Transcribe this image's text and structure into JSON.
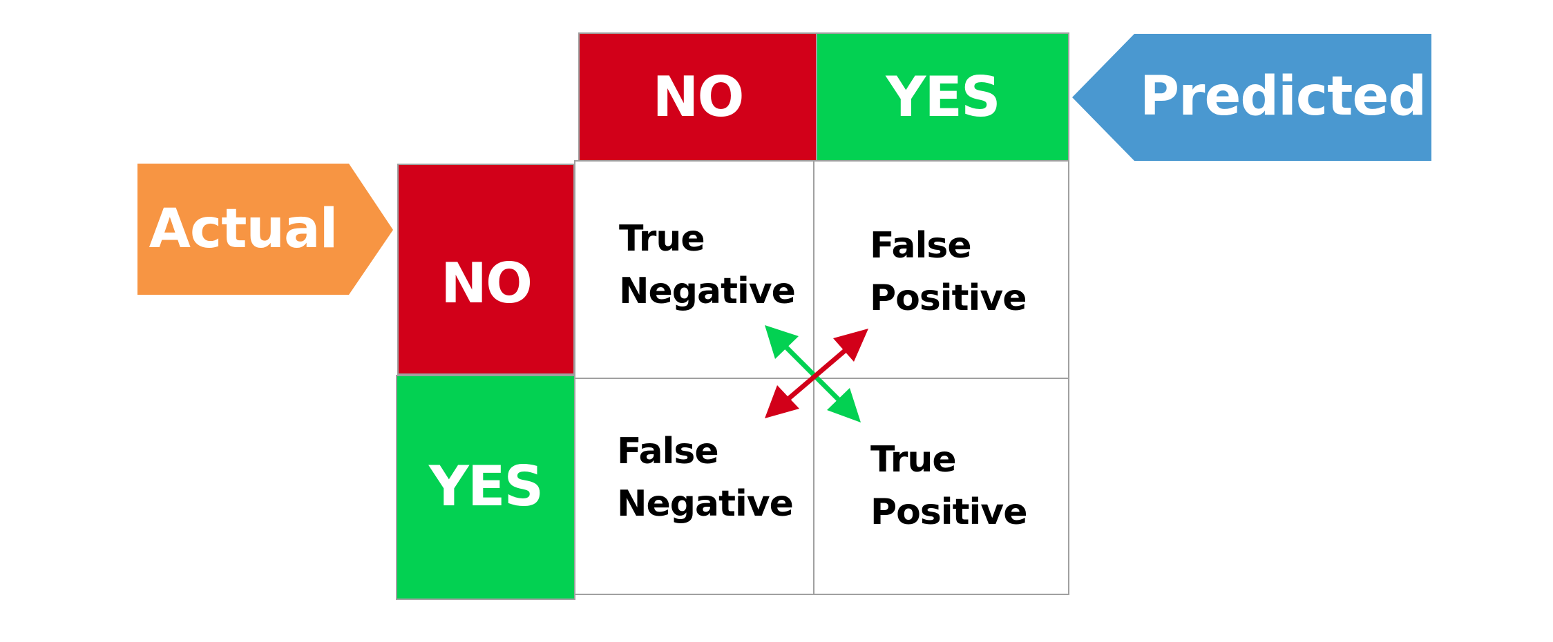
{
  "axes": {
    "predicted_label": "Predicted",
    "actual_label": "Actual"
  },
  "predicted_headers": [
    {
      "label": "NO",
      "color": "#d20019"
    },
    {
      "label": "YES",
      "color": "#03d152"
    }
  ],
  "actual_headers": [
    {
      "label": "NO",
      "color": "#d20019"
    },
    {
      "label": "YES",
      "color": "#03d152"
    }
  ],
  "cells": {
    "tn": "True\nNegative",
    "fp": "False\nPositive",
    "fn": "False\nNegative",
    "tp": "True\nPositive"
  },
  "colors": {
    "predicted_tag": "#4a98d0",
    "actual_tag": "#f79543",
    "no": "#d20019",
    "yes": "#03d152",
    "grid": "#a0a0a0"
  },
  "arrows": [
    {
      "name": "green-diagonal-double-arrow",
      "color": "#03d152",
      "from": "True Negative",
      "to": "True Positive"
    },
    {
      "name": "red-diagonal-double-arrow",
      "color": "#d20019",
      "from": "False Negative",
      "to": "False Positive"
    }
  ]
}
